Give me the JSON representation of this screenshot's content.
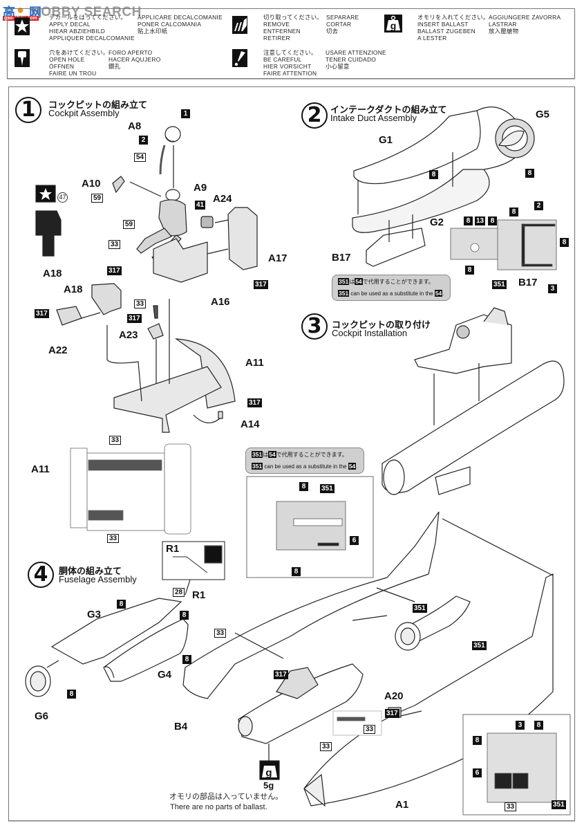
{
  "watermark": {
    "text": "HOBBY SEARCH",
    "logo_chars": [
      "高",
      "网"
    ],
    "logo_url": "gao-shou.com"
  },
  "legend": [
    {
      "icon": "decal-star-icon",
      "jp": "デカールをはってください。",
      "en": "APPLY DECAL",
      "de": "HIEAR ABZIEHBILD",
      "fr": "APPLIQUER DECALCOMANIE",
      "it": "APPLICARE DECALCOMANIE",
      "es": "PONER CALCOMANIA",
      "zh": "贴上水印纸"
    },
    {
      "icon": "remove-cut-icon",
      "jp": "切り取ってください。",
      "en": "REMOVE",
      "de": "ENTFERNEN",
      "fr": "RETIRER",
      "it": "SEPARARE",
      "es": "CORTAR",
      "zh": "切去"
    },
    {
      "icon": "ballast-weight-icon",
      "jp": "オモリを入れてください。",
      "en": "INSERT BALLAST",
      "de": "BALLAST ZUGEBEN",
      "fr": "A LESTER",
      "it": "AGGIUNGERE ZAVORRA",
      "es": "LASTRAR",
      "zh": "放入壓艙物"
    },
    {
      "icon": "drill-hole-icon",
      "jp": "穴をあけてください。",
      "en": "OPEN HOLE",
      "de": "ÖFFNEN",
      "fr": "FAIRE UN TROU",
      "it": "FORO APERTO",
      "es": "HACER AQUJERO",
      "zh": "鑽孔"
    },
    {
      "icon": "caution-icon",
      "jp": "注意してください。",
      "en": "BE CAREFUL",
      "de": "HIER VORSICHT",
      "fr": "FAIRE ATTENTION",
      "it": "USARE ATTENZIONE",
      "es": "TENER CUIDADO",
      "zh": "小心留意"
    }
  ],
  "steps": [
    {
      "num": "1",
      "jp": "コックピットの組み立て",
      "en": "Cockpit Assembly"
    },
    {
      "num": "2",
      "jp": "インテークダクトの組み立て",
      "en": "Intake Duct Assembly"
    },
    {
      "num": "3",
      "jp": "コックピットの取り付け",
      "en": "Cockpit Installation"
    },
    {
      "num": "4",
      "jp": "胴体の組み立て",
      "en": "Fuselage Assembly"
    }
  ],
  "part_labels": {
    "s1": [
      "A8",
      "A10",
      "A9",
      "A24",
      "A17",
      "A18",
      "A16",
      "A18",
      "A22",
      "A23",
      "A11",
      "A14",
      "A11"
    ],
    "s2": [
      "G1",
      "G5",
      "G2",
      "B17",
      "B17"
    ],
    "s4": [
      "R1",
      "R1",
      "G3",
      "G4",
      "G6",
      "B4",
      "A20",
      "A1"
    ]
  },
  "color_codes": {
    "s1": [
      "1",
      "2",
      "54",
      "59",
      "59",
      "33",
      "41",
      "317",
      "317",
      "317",
      "33",
      "317",
      "317",
      "33",
      "33"
    ],
    "s2": [
      "8",
      "8",
      "8",
      "13",
      "8",
      "8",
      "2",
      "8",
      "8",
      "351",
      "3"
    ],
    "s4": [
      "8",
      "351",
      "6",
      "8",
      "28",
      "8",
      "8",
      "8",
      "8",
      "33",
      "317",
      "351",
      "351",
      "317",
      "33",
      "33",
      "3",
      "8",
      "8",
      "6",
      "33",
      "351"
    ]
  },
  "decal_number": "47",
  "substitute_note": {
    "jp_a": "351",
    "jp_mid": "は",
    "jp_b": "54",
    "jp_tail": "で代用することができます。",
    "en_a": "351",
    "en_mid": " can be used as a substitute in the ",
    "en_b": "54",
    "en_tail": "."
  },
  "ballast": {
    "weight": "5g",
    "icon_letter": "g",
    "jp": "オモリの部品は入っていません。",
    "en": "There are no parts of ballast."
  }
}
